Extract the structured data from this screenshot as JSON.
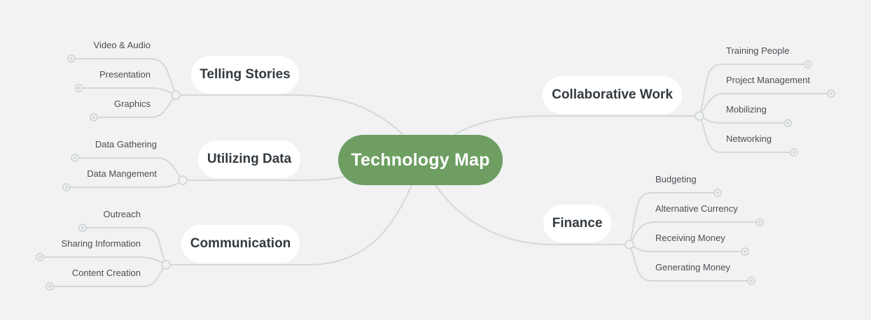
{
  "mindmap": {
    "root": {
      "label": "Technology Map",
      "color": "#6e9e62",
      "text_color": "#ffffff"
    },
    "line_color": "#d3d8db",
    "background": "#f2f2f2",
    "topics": [
      {
        "id": "telling-stories",
        "label": "Telling Stories",
        "side": "left",
        "children": [
          {
            "label": "Video & Audio"
          },
          {
            "label": "Presentation"
          },
          {
            "label": "Graphics"
          }
        ]
      },
      {
        "id": "utilizing-data",
        "label": "Utilizing Data",
        "side": "left",
        "children": [
          {
            "label": "Data Gathering"
          },
          {
            "label": "Data Mangement"
          }
        ]
      },
      {
        "id": "communication",
        "label": "Communication",
        "side": "left",
        "children": [
          {
            "label": "Outreach"
          },
          {
            "label": "Sharing Information"
          },
          {
            "label": "Content Creation"
          }
        ]
      },
      {
        "id": "collaborative-work",
        "label": "Collaborative Work",
        "side": "right",
        "children": [
          {
            "label": "Training People"
          },
          {
            "label": "Project Management"
          },
          {
            "label": "Mobilizing"
          },
          {
            "label": "Networking"
          }
        ]
      },
      {
        "id": "finance",
        "label": "Finance",
        "side": "right",
        "children": [
          {
            "label": "Budgeting"
          },
          {
            "label": "Alternative Currency"
          },
          {
            "label": "Receiving Money"
          },
          {
            "label": "Generating Money"
          }
        ]
      }
    ]
  }
}
